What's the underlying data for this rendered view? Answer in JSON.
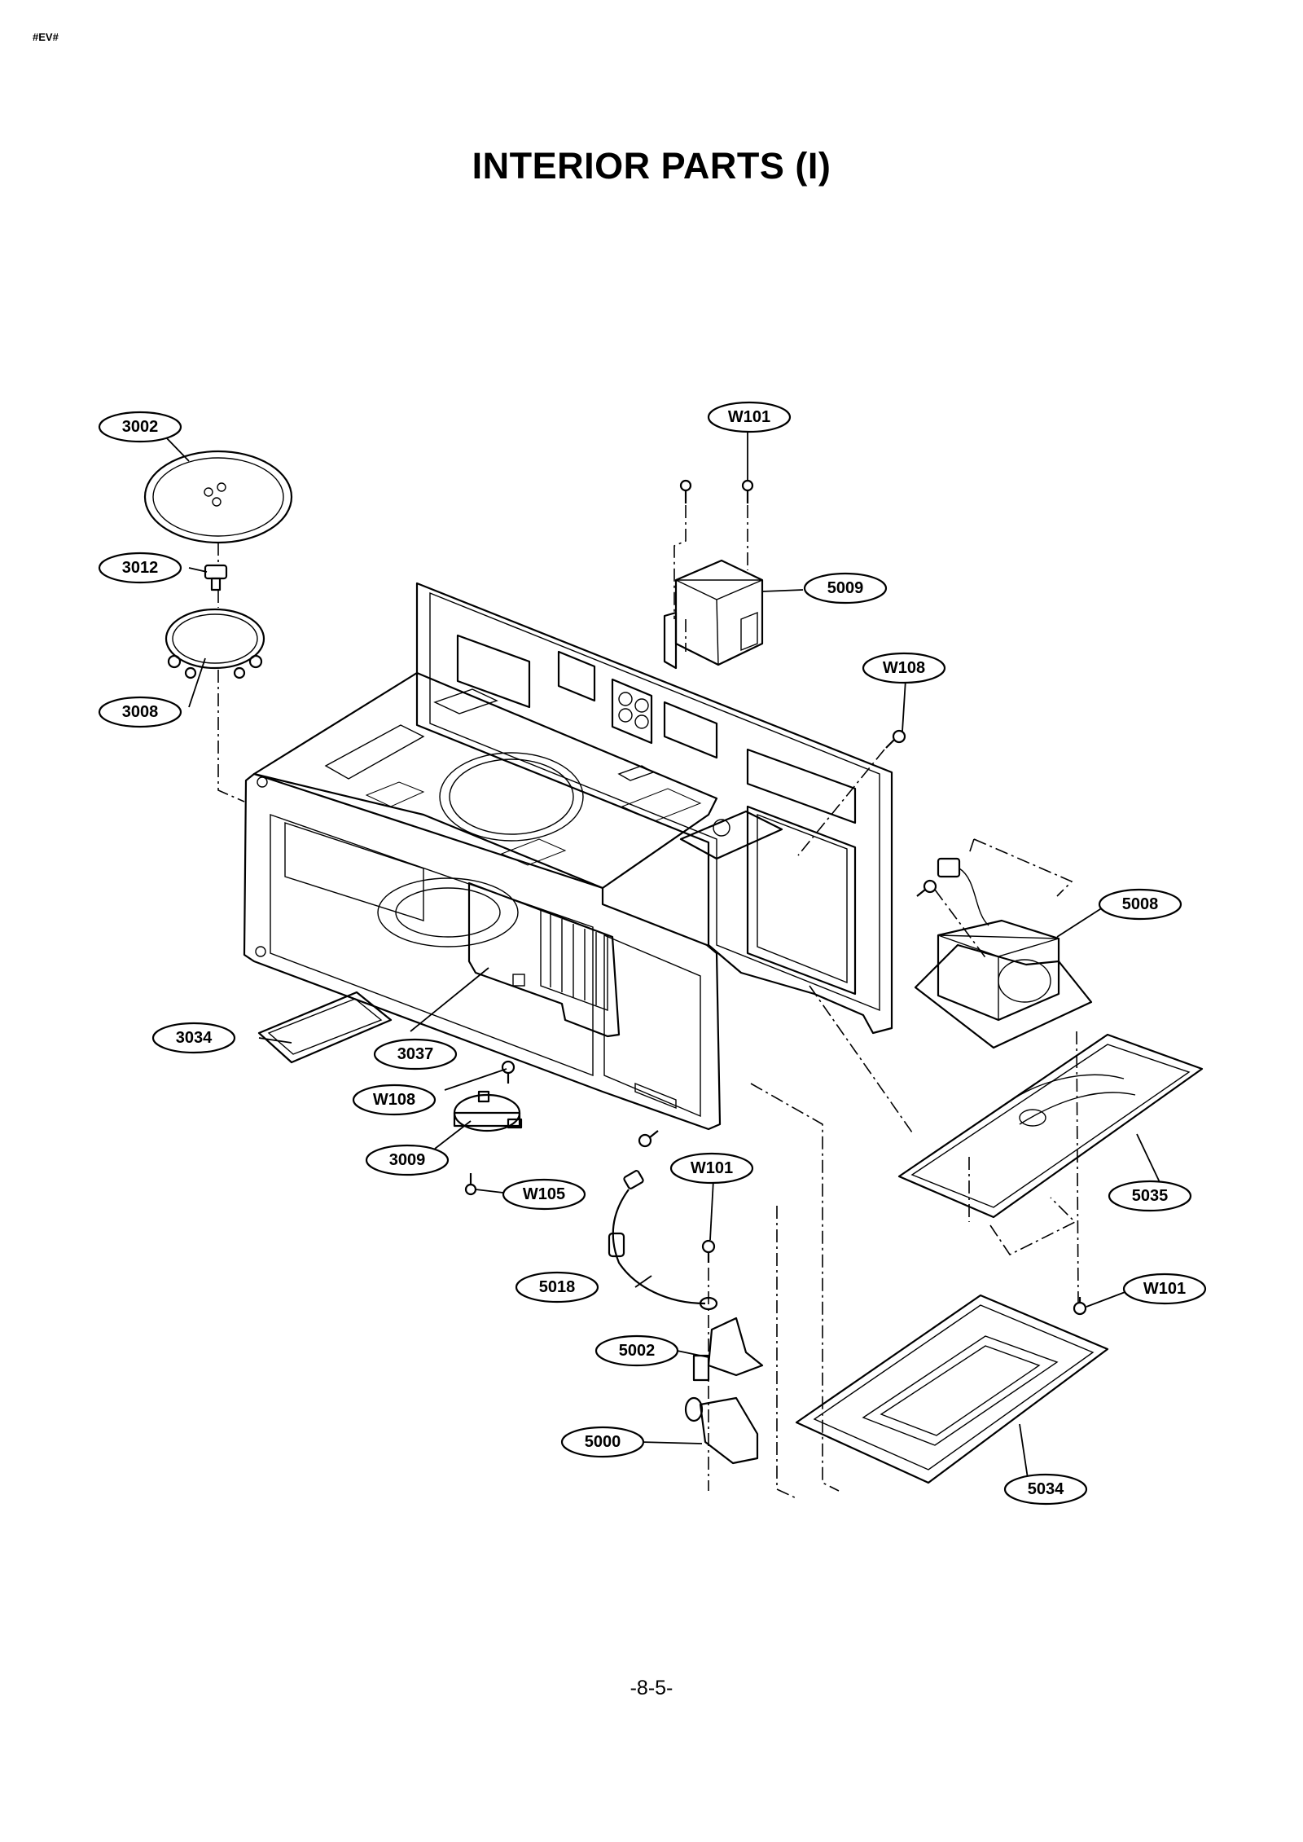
{
  "header": {
    "doc_code": "#EV#",
    "title": "INTERIOR PARTS (I)"
  },
  "footer": {
    "page_number": "-8-5-"
  },
  "callouts": [
    {
      "id": "3002",
      "label": "3002"
    },
    {
      "id": "3012",
      "label": "3012"
    },
    {
      "id": "3008",
      "label": "3008"
    },
    {
      "id": "3034",
      "label": "3034"
    },
    {
      "id": "3037",
      "label": "3037"
    },
    {
      "id": "W108a",
      "label": "W108"
    },
    {
      "id": "3009",
      "label": "3009"
    },
    {
      "id": "W105",
      "label": "W105"
    },
    {
      "id": "W101a",
      "label": "W101"
    },
    {
      "id": "5009",
      "label": "5009"
    },
    {
      "id": "W108b",
      "label": "W108"
    },
    {
      "id": "5008",
      "label": "5008"
    },
    {
      "id": "5035",
      "label": "5035"
    },
    {
      "id": "W101b",
      "label": "W101"
    },
    {
      "id": "W101c",
      "label": "W101"
    },
    {
      "id": "5018",
      "label": "5018"
    },
    {
      "id": "5002",
      "label": "5002"
    },
    {
      "id": "5000",
      "label": "5000"
    },
    {
      "id": "5034",
      "label": "5034"
    }
  ]
}
